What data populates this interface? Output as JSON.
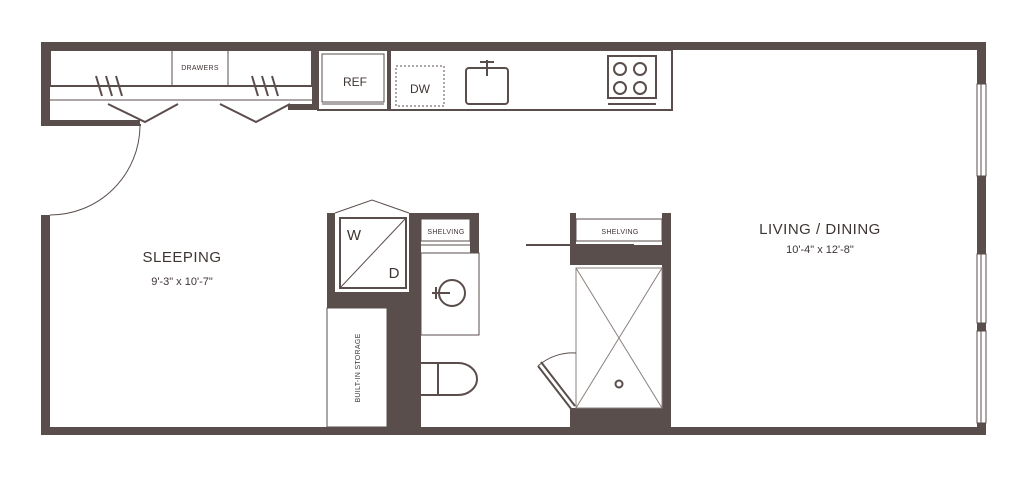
{
  "rooms": {
    "sleeping": {
      "name": "SLEEPING",
      "dimensions": "9'-3\" x 10'-7\""
    },
    "living": {
      "name": "LIVING / DINING",
      "dimensions": "10'-4\" x 12'-8\""
    }
  },
  "fixtures": {
    "drawers": "DRAWERS",
    "ref": "REF",
    "dw": "DW",
    "washer": "W",
    "dryer": "D",
    "shelving_bath": "SHELVING",
    "shelving_shower": "SHELVING",
    "storage": "BUILT-IN STORAGE"
  },
  "colors": {
    "wall": "#5a4e4c",
    "text": "#3e3533"
  }
}
